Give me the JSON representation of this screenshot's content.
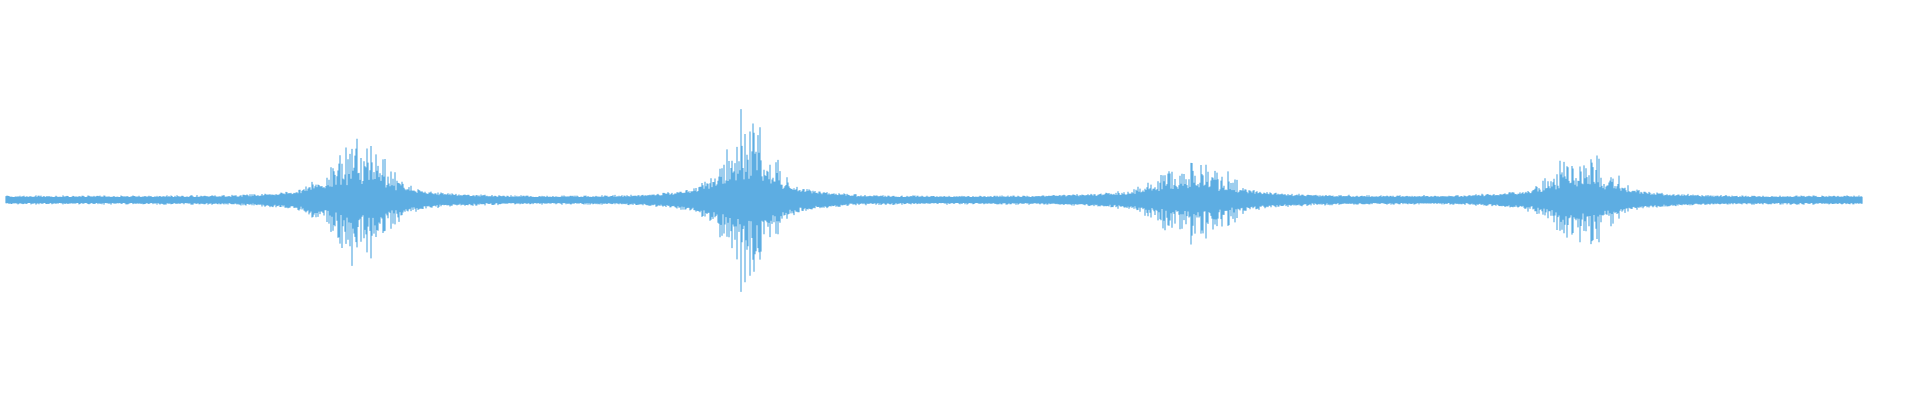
{
  "colors": {
    "background": "#ffffff",
    "waveform": "#5dade2"
  },
  "waveform": {
    "baseline_amplitude": 0.035,
    "bursts": [
      {
        "center": 0.19,
        "width": 0.018,
        "peak": 0.58
      },
      {
        "center": 0.4,
        "width": 0.016,
        "peak": 0.8
      },
      {
        "center": 0.64,
        "width": 0.022,
        "peak": 0.38
      },
      {
        "center": 0.85,
        "width": 0.018,
        "peak": 0.48
      }
    ]
  }
}
